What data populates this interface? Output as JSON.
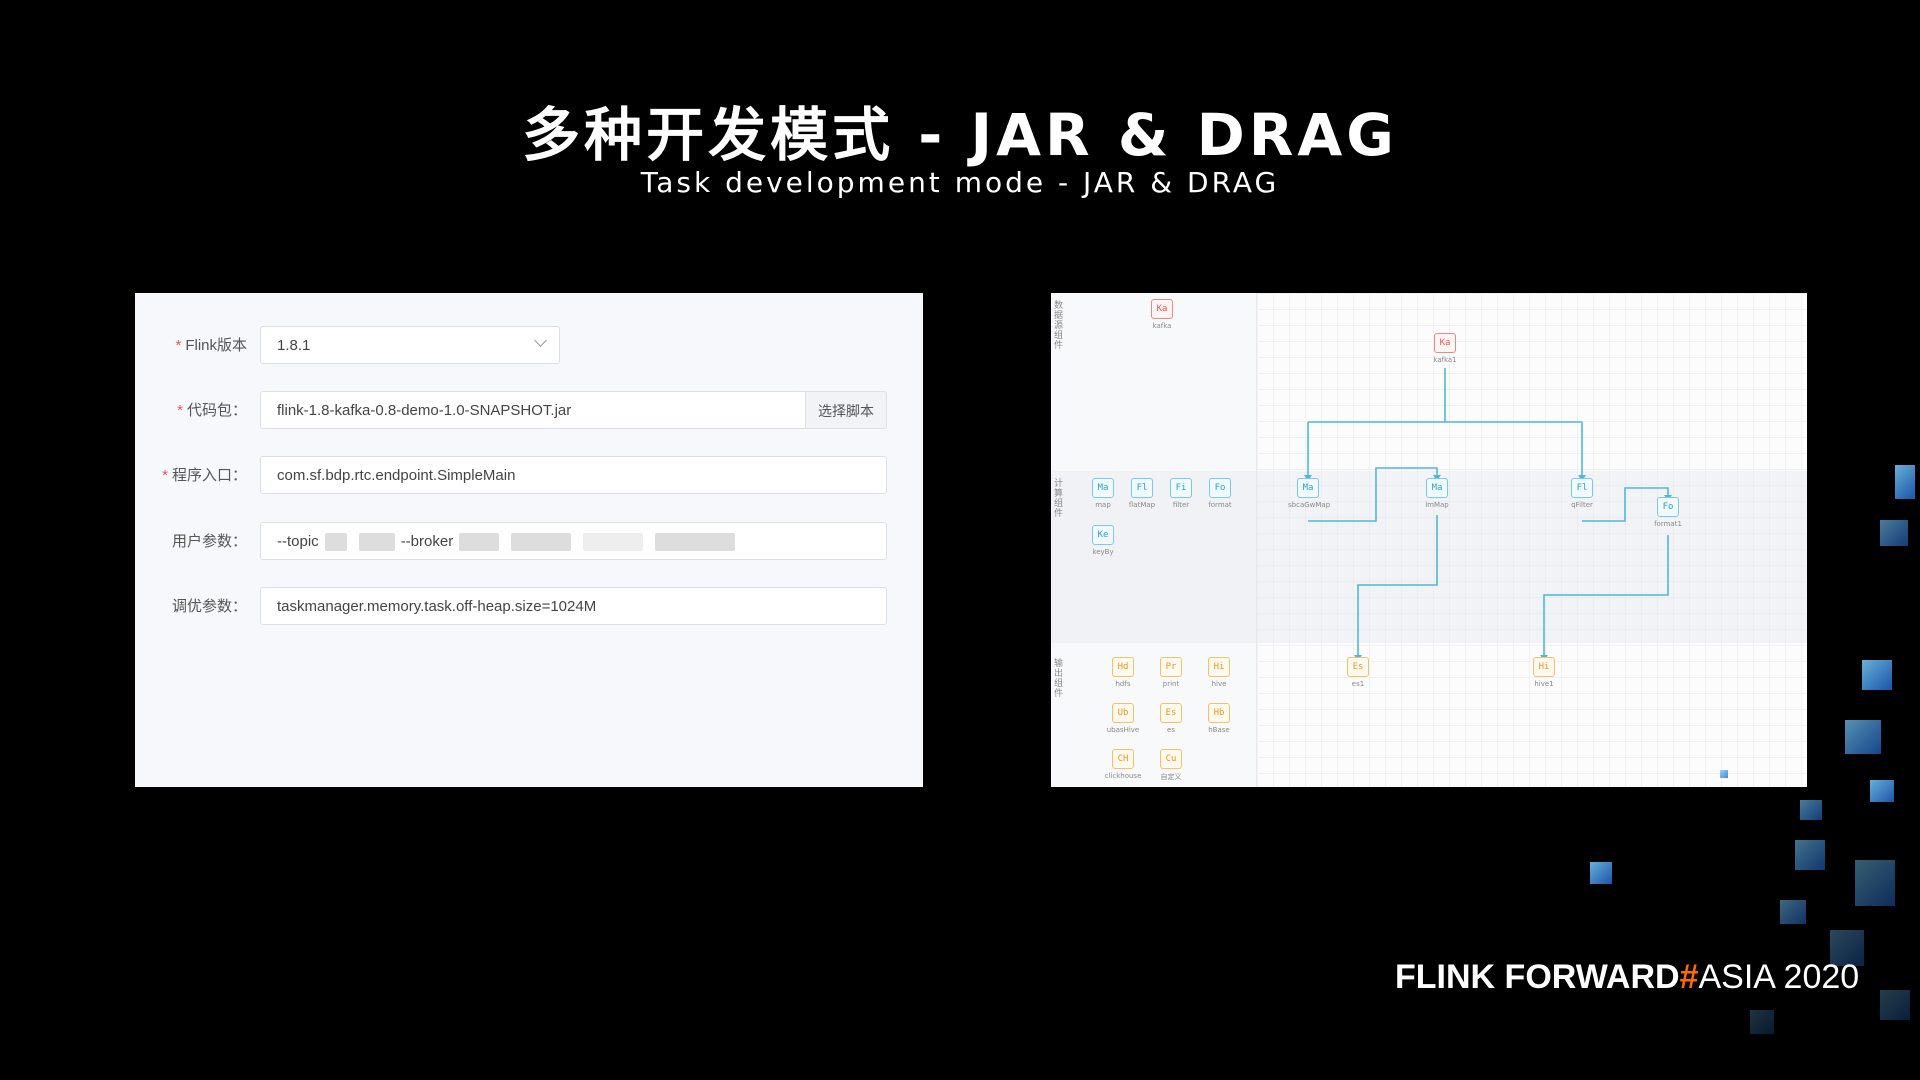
{
  "slide": {
    "title": "多种开发模式 - JAR & DRAG",
    "subtitle": "Task development mode - JAR & DRAG"
  },
  "form": {
    "fields": [
      {
        "label": "Flink版本",
        "required": true,
        "value": "1.8.1",
        "type": "select"
      },
      {
        "label": "代码包：",
        "required": true,
        "value": "flink-1.8-kafka-0.8-demo-1.0-SNAPSHOT.jar",
        "type": "file",
        "button": "选择脚本"
      },
      {
        "label": "程序入口：",
        "required": true,
        "value": "com.sf.bdp.rtc.endpoint.SimpleMain",
        "type": "text"
      },
      {
        "label": "用户参数：",
        "required": false,
        "value_prefix": "--topic",
        "value_mid": "--broker",
        "type": "text"
      },
      {
        "label": "调优参数：",
        "required": false,
        "value": "taskmanager.memory.task.off-heap.size=1024M",
        "type": "text"
      }
    ]
  },
  "drag": {
    "sections": {
      "source": "数据源组件",
      "compute": "计算组件",
      "output": "输出组件"
    },
    "palette": {
      "source": [
        {
          "code": "Ka",
          "label": "kafka"
        }
      ],
      "compute": [
        {
          "code": "Ma",
          "label": "map"
        },
        {
          "code": "Fl",
          "label": "flatMap"
        },
        {
          "code": "Fi",
          "label": "filter"
        },
        {
          "code": "Fo",
          "label": "format"
        },
        {
          "code": "Ke",
          "label": "keyBy"
        }
      ],
      "output": [
        {
          "code": "Hd",
          "label": "hdfs"
        },
        {
          "code": "Pr",
          "label": "print"
        },
        {
          "code": "Hi",
          "label": "hive"
        },
        {
          "code": "Ub",
          "label": "ubasHive"
        },
        {
          "code": "Es",
          "label": "es"
        },
        {
          "code": "Hb",
          "label": "hBase"
        },
        {
          "code": "CH",
          "label": "clickhouse"
        },
        {
          "code": "Cu",
          "label": "自定义"
        }
      ]
    },
    "canvas_nodes": [
      {
        "code": "Ka",
        "label": "kafka1"
      },
      {
        "code": "Ma",
        "label": "sbcaGwMap"
      },
      {
        "code": "Ma",
        "label": "lmMap"
      },
      {
        "code": "Fl",
        "label": "qFilter"
      },
      {
        "code": "Fo",
        "label": "format1"
      },
      {
        "code": "Es",
        "label": "es1"
      },
      {
        "code": "Hi",
        "label": "hive1"
      }
    ]
  },
  "colors": {
    "source": "#e55555",
    "compute": "#2aa0cc",
    "output": "#e39a1f",
    "link": "#4fb7de",
    "brand_hash": "#ff6a00"
  },
  "brand": {
    "part1": "FLINK",
    "part2": "FORWARD",
    "hash": "#",
    "part3": "ASIA 2020"
  }
}
